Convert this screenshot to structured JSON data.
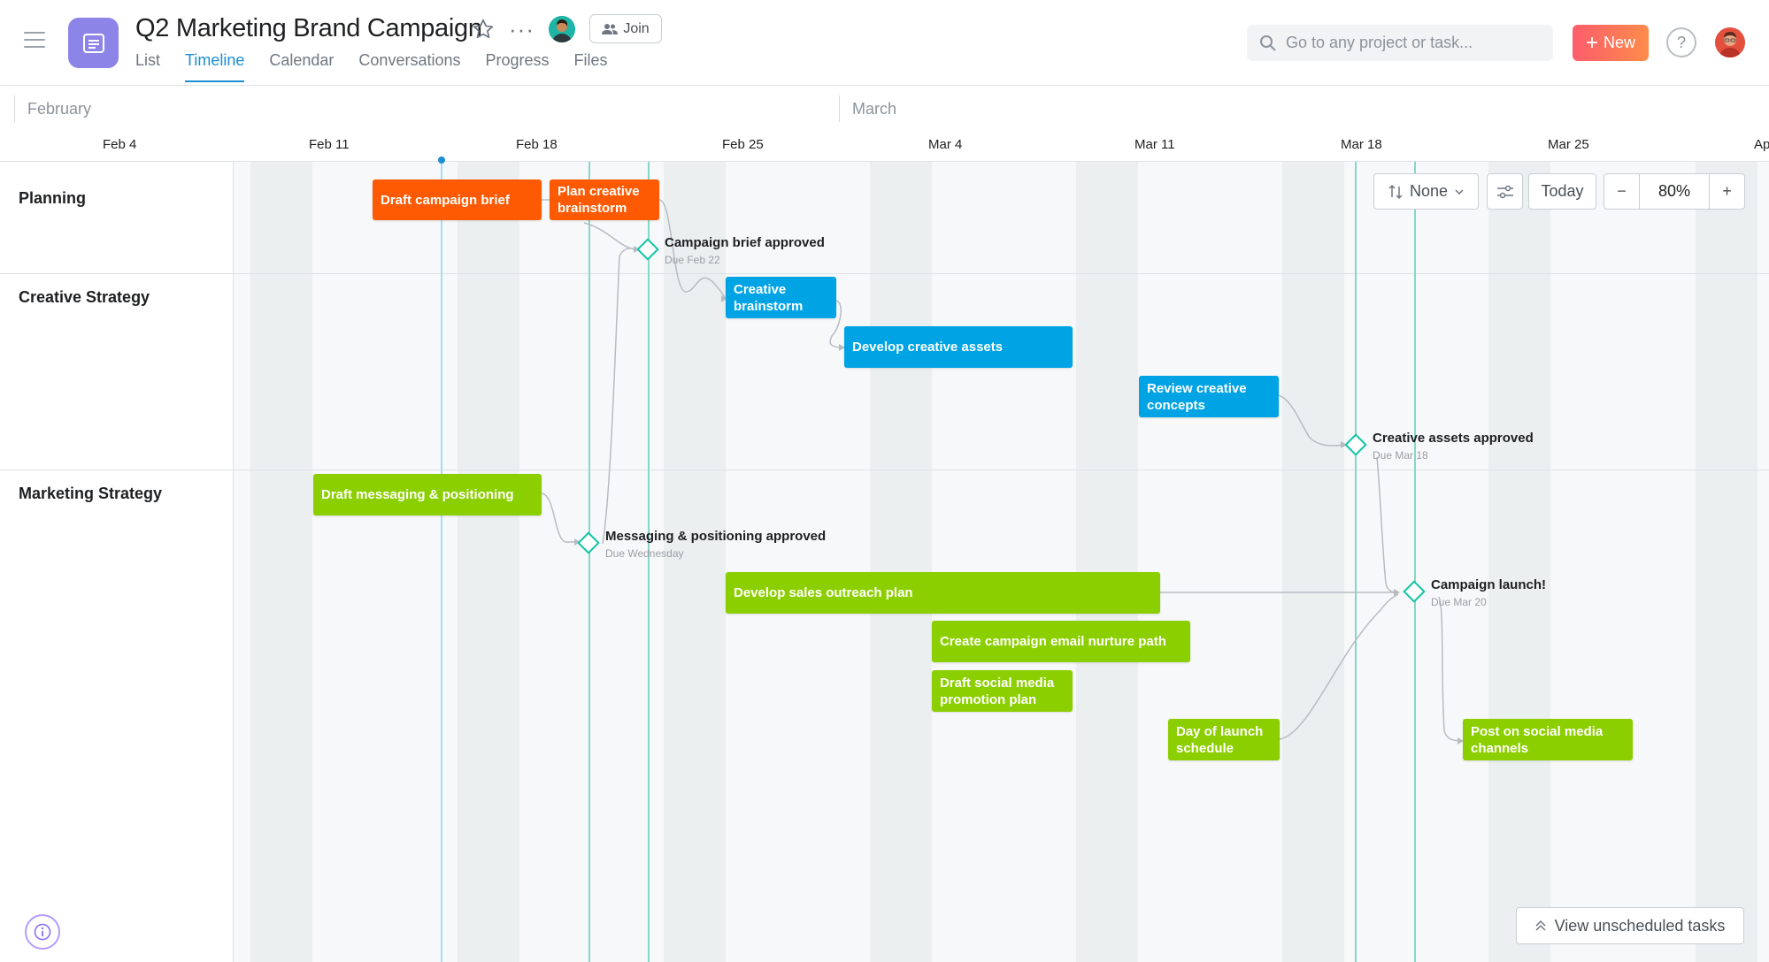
{
  "header": {
    "project_title": "Q2 Marketing Brand Campaign",
    "join_label": "Join",
    "tabs": [
      {
        "label": "List"
      },
      {
        "label": "Timeline",
        "active": true
      },
      {
        "label": "Calendar"
      },
      {
        "label": "Conversations"
      },
      {
        "label": "Progress"
      },
      {
        "label": "Files"
      }
    ],
    "search_placeholder": "Go to any project or task...",
    "new_label": "New",
    "help_label": "?"
  },
  "timeline": {
    "months": [
      "February",
      "March"
    ],
    "weeks": [
      "Feb 4",
      "Feb 11",
      "Feb 18",
      "Feb 25",
      "Mar 4",
      "Mar 11",
      "Mar 18",
      "Mar 25",
      "Ap"
    ],
    "sections": [
      "Planning",
      "Creative Strategy",
      "Marketing Strategy"
    ],
    "tasks": [
      {
        "label": "Draft campaign brief",
        "color": "orange"
      },
      {
        "label": "Plan creative brainstorm",
        "color": "orange"
      },
      {
        "label": "Creative brainstorm",
        "color": "blue"
      },
      {
        "label": "Develop creative assets",
        "color": "blue"
      },
      {
        "label": "Review creative concepts",
        "color": "blue"
      },
      {
        "label": "Draft messaging & positioning",
        "color": "green"
      },
      {
        "label": "Develop sales outreach plan",
        "color": "green"
      },
      {
        "label": "Create campaign email nurture path",
        "color": "green"
      },
      {
        "label": "Draft social media promotion plan",
        "color": "green"
      },
      {
        "label": "Day of launch schedule",
        "color": "green"
      },
      {
        "label": "Post on social media channels",
        "color": "green"
      }
    ],
    "milestones": [
      {
        "label": "Campaign brief approved",
        "due": "Due Feb 22"
      },
      {
        "label": "Creative assets approved",
        "due": "Due Mar 18"
      },
      {
        "label": "Messaging & positioning approved",
        "due": "Due Wednesday"
      },
      {
        "label": "Campaign launch!",
        "due": "Due Mar 20"
      }
    ]
  },
  "toolbar": {
    "sort_label": "None",
    "today_label": "Today",
    "zoom_out": "−",
    "zoom_level": "80%",
    "zoom_in": "+"
  },
  "footer": {
    "unscheduled_label": "View unscheduled tasks"
  },
  "colors": {
    "orange": "#fd5a03",
    "blue": "#00a4e4",
    "green": "#8ccf00",
    "milestone": "#12c4a5",
    "accent": "#1b8ed1"
  }
}
